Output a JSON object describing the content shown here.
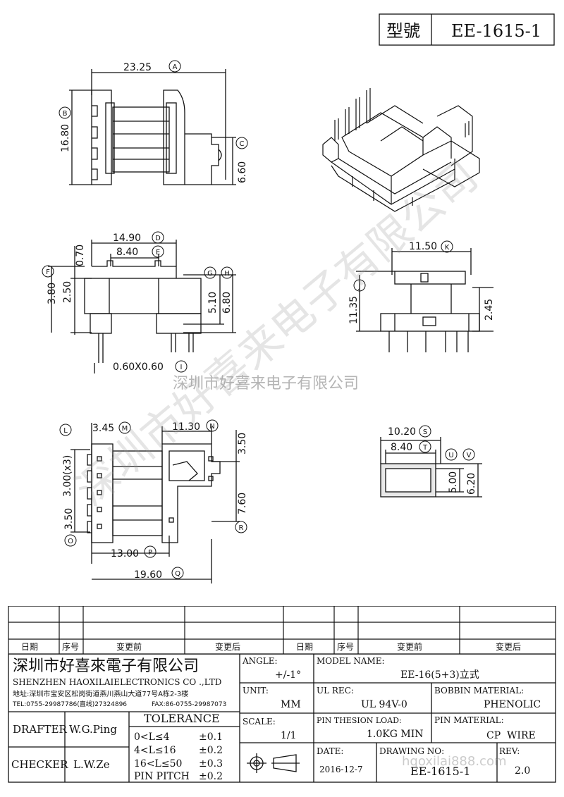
{
  "header": {
    "model_label": "型號",
    "model_value": "EE-1615-1"
  },
  "dims": {
    "top_width": "23.25",
    "top_width_tag": "A",
    "top_height": "16.80",
    "top_height_tag": "B",
    "top_slot": "6.60",
    "top_slot_tag": "C",
    "front_width": "14.90",
    "front_width_tag": "D",
    "front_inner": "8.40",
    "front_inner_tag": "E",
    "front_070": "0.70",
    "front_380": "3.80",
    "front_380_tag": "F",
    "front_250": "2.50",
    "front_510": "5.10",
    "front_510_tag": "G",
    "front_680": "6.80",
    "front_680_tag": "H",
    "front_pin": "0.60X0.60",
    "front_pin_tag": "I",
    "side_width": "11.50",
    "side_width_tag": "K",
    "side_height": "11.35",
    "side_height_tag": "J",
    "side_245": "2.45",
    "bot_345": "3.45",
    "bot_345_tag": "M",
    "bot_1130": "11.30",
    "bot_1130_tag": "N",
    "bot_350a": "3.50",
    "bot_300": "3.00(x3)",
    "bot_300_tag": "L",
    "bot_760": "7.60",
    "bot_350b": "3.50",
    "bot_350b_tag": "O",
    "bot_1300": "13.00",
    "bot_1300_tag": "P",
    "bot_1960": "19.60",
    "bot_1960_tag": "Q",
    "bot_R_tag": "R",
    "sec_1020": "10.20",
    "sec_1020_tag": "S",
    "sec_840": "8.40",
    "sec_840_tag": "T",
    "sec_500": "5.00",
    "sec_500_tag": "U",
    "sec_620": "6.20",
    "sec_620_tag": "V"
  },
  "watermark": {
    "text": "深圳市好喜来电子有限公司",
    "url": "hqoxilai888.com"
  },
  "revision": {
    "date": "日期",
    "seq": "序号",
    "before": "变更前",
    "after": "变更后"
  },
  "title_block": {
    "company_cn": "深圳市好喜來電子有限公司",
    "company_en": "SHENZHEN HAOXILAIELECTRONICS CO .,LTD",
    "address": "地址:深圳市宝安区松岗街道燕川燕山大道77号A栋2-3楼",
    "tel": "TEL:0755-29987786(直线)27324896",
    "fax": "FAX:86-0755-29987073",
    "angle_label": "ANGLE:",
    "angle_value": "+/-1°",
    "unit_label": "UNIT:",
    "unit_value": "MM",
    "scale_label": "SCALE:",
    "scale_value": "1/1",
    "model_name_label": "MODEL NAME:",
    "model_name_value": "EE-16(5+3)立式",
    "ul_label": "UL REC:",
    "ul_value": "UL 94V-0",
    "bobbin_label": "BOBBIN MATERIAL:",
    "bobbin_value": "PHENOLIC",
    "pin_load_label": "PIN THESION LOAD:",
    "pin_load_value": "1.0KG MIN",
    "pin_mat_label": "PIN MATERIAL:",
    "pin_mat_value": "CP  WIRE",
    "date_label": "DATE:",
    "date_value": "2016-12-7",
    "drawing_label": "DRAWING NO:",
    "drawing_value": "EE-1615-1",
    "rev_label": "REV:",
    "rev_value": "2.0",
    "drafter_label": "DRAFTER",
    "drafter_value": "W.G.Ping",
    "checker_label": "CHECKER",
    "checker_value": "L.W.Ze",
    "tolerance_title": "TOLERANCE",
    "tol_rows": [
      {
        "range": "0<L≤4",
        "value": "±0.1"
      },
      {
        "range": "4<L≤16",
        "value": "±0.2"
      },
      {
        "range": "16<L≤50",
        "value": "±0.3"
      },
      {
        "range": "PIN PITCH",
        "value": "±0.2"
      }
    ]
  }
}
